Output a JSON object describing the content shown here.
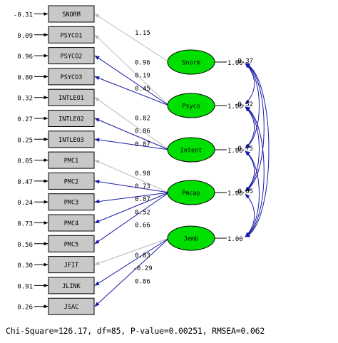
{
  "observed": [
    {
      "label": "SNORM",
      "error": "-0.31"
    },
    {
      "label": "PSYCO1",
      "error": "0.09"
    },
    {
      "label": "PSYCO2",
      "error": "0.96"
    },
    {
      "label": "PSYCO3",
      "error": "0.80"
    },
    {
      "label": "INTLEO1",
      "error": "0.32"
    },
    {
      "label": "INTLEO2",
      "error": "0.27"
    },
    {
      "label": "INTLEO3",
      "error": "0.25"
    },
    {
      "label": "PMC1",
      "error": "0.05"
    },
    {
      "label": "PMC2",
      "error": "0.47"
    },
    {
      "label": "PMC3",
      "error": "0.24"
    },
    {
      "label": "PMC4",
      "error": "0.73"
    },
    {
      "label": "PMC5",
      "error": "0.56"
    },
    {
      "label": "JFIT",
      "error": "0.30"
    },
    {
      "label": "JLINK",
      "error": "0.91"
    },
    {
      "label": "JSAC",
      "error": "0.26"
    }
  ],
  "latents": [
    {
      "label": "Snorm",
      "variance": "1.00"
    },
    {
      "label": "Psyco",
      "variance": "1.00"
    },
    {
      "label": "Intent",
      "variance": "1.00"
    },
    {
      "label": "Pmcap",
      "variance": "1.00"
    },
    {
      "label": "Jemb",
      "variance": "1.00"
    }
  ],
  "loadings": [
    {
      "latent": 0,
      "indicator": 0,
      "value": "1.15",
      "color": "gray"
    },
    {
      "latent": 1,
      "indicator": 1,
      "value": "0.96",
      "color": "gray"
    },
    {
      "latent": 1,
      "indicator": 2,
      "value": "0.19",
      "color": "blue"
    },
    {
      "latent": 1,
      "indicator": 3,
      "value": "0.45",
      "color": "blue"
    },
    {
      "latent": 2,
      "indicator": 4,
      "value": "0.82",
      "color": "gray"
    },
    {
      "latent": 2,
      "indicator": 5,
      "value": "0.86",
      "color": "blue"
    },
    {
      "latent": 2,
      "indicator": 6,
      "value": "0.87",
      "color": "blue"
    },
    {
      "latent": 3,
      "indicator": 7,
      "value": "0.98",
      "color": "gray"
    },
    {
      "latent": 3,
      "indicator": 8,
      "value": "0.73",
      "color": "blue"
    },
    {
      "latent": 3,
      "indicator": 9,
      "value": "0.87",
      "color": "blue"
    },
    {
      "latent": 3,
      "indicator": 10,
      "value": "0.52",
      "color": "blue"
    },
    {
      "latent": 3,
      "indicator": 11,
      "value": "0.66",
      "color": "blue"
    },
    {
      "latent": 4,
      "indicator": 12,
      "value": "0.83",
      "color": "gray"
    },
    {
      "latent": 4,
      "indicator": 13,
      "value": "-0.29",
      "color": "blue"
    },
    {
      "latent": 4,
      "indicator": 14,
      "value": "0.86",
      "color": "blue"
    }
  ],
  "covariance_labels": [
    "-0.37",
    "-0.52",
    "-0.75",
    "-0.05"
  ],
  "fit_statistics": "Chi-Square=126.17, df=85, P-value=0.00251, RMSEA=0.062",
  "colors": {
    "latent_fill": "#00e000",
    "box_fill": "#c8c8c8",
    "blue_path": "#1a1aa8",
    "gray_path": "#b8b8b8"
  }
}
